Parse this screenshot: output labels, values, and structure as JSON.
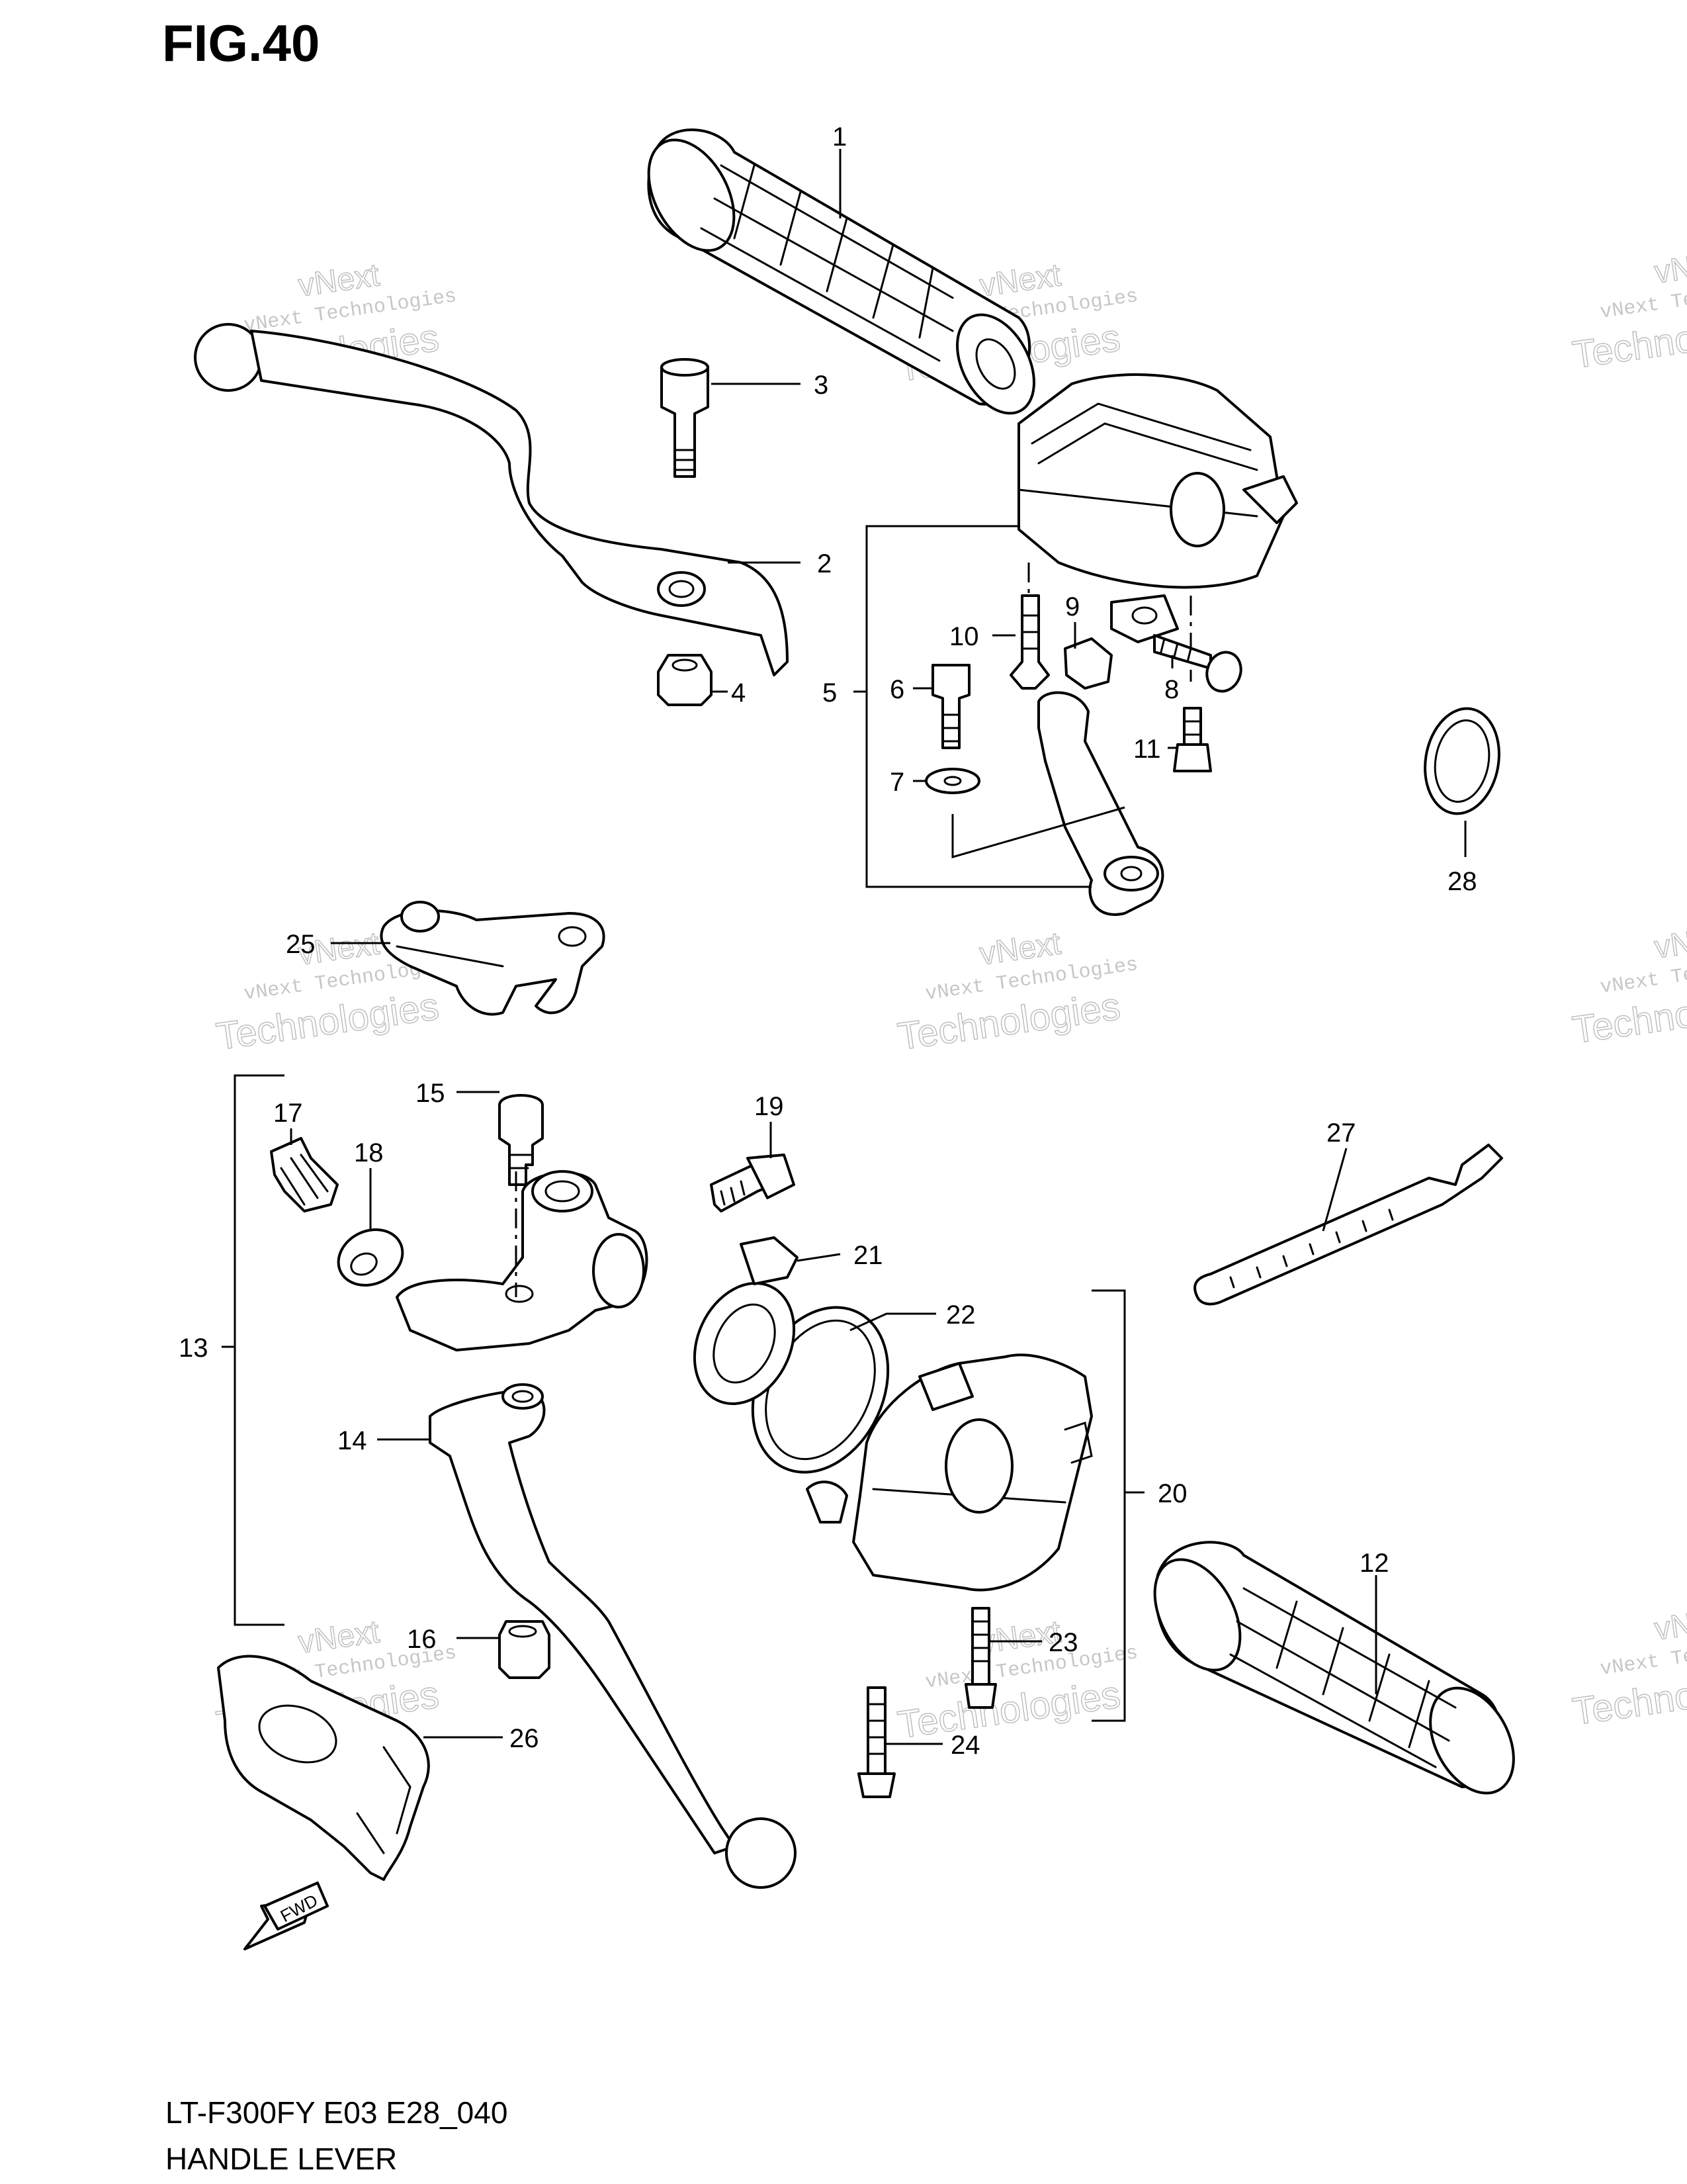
{
  "figure": {
    "title": "FIG.40"
  },
  "footer": {
    "code": "LT-F300FY E03 E28_040",
    "name": "HANDLE LEVER"
  },
  "watermark": {
    "line1": "vNext Technologies",
    "line2": "vNext",
    "line3": "Technologies"
  },
  "fwd_label": "FWD",
  "callouts": [
    {
      "id": "c1",
      "label": "1"
    },
    {
      "id": "c2",
      "label": "2"
    },
    {
      "id": "c3",
      "label": "3"
    },
    {
      "id": "c4",
      "label": "4"
    },
    {
      "id": "c5",
      "label": "5"
    },
    {
      "id": "c6",
      "label": "6"
    },
    {
      "id": "c7",
      "label": "7"
    },
    {
      "id": "c8",
      "label": "8"
    },
    {
      "id": "c9",
      "label": "9"
    },
    {
      "id": "c10",
      "label": "10"
    },
    {
      "id": "c11",
      "label": "11"
    },
    {
      "id": "c12",
      "label": "12"
    },
    {
      "id": "c13",
      "label": "13"
    },
    {
      "id": "c14",
      "label": "14"
    },
    {
      "id": "c15",
      "label": "15"
    },
    {
      "id": "c16",
      "label": "16"
    },
    {
      "id": "c17",
      "label": "17"
    },
    {
      "id": "c18",
      "label": "18"
    },
    {
      "id": "c19",
      "label": "19"
    },
    {
      "id": "c20",
      "label": "20"
    },
    {
      "id": "c21",
      "label": "21"
    },
    {
      "id": "c22",
      "label": "22"
    },
    {
      "id": "c23",
      "label": "23"
    },
    {
      "id": "c24",
      "label": "24"
    },
    {
      "id": "c25",
      "label": "25"
    },
    {
      "id": "c26",
      "label": "26"
    },
    {
      "id": "c27",
      "label": "27"
    },
    {
      "id": "c28",
      "label": "28"
    }
  ]
}
